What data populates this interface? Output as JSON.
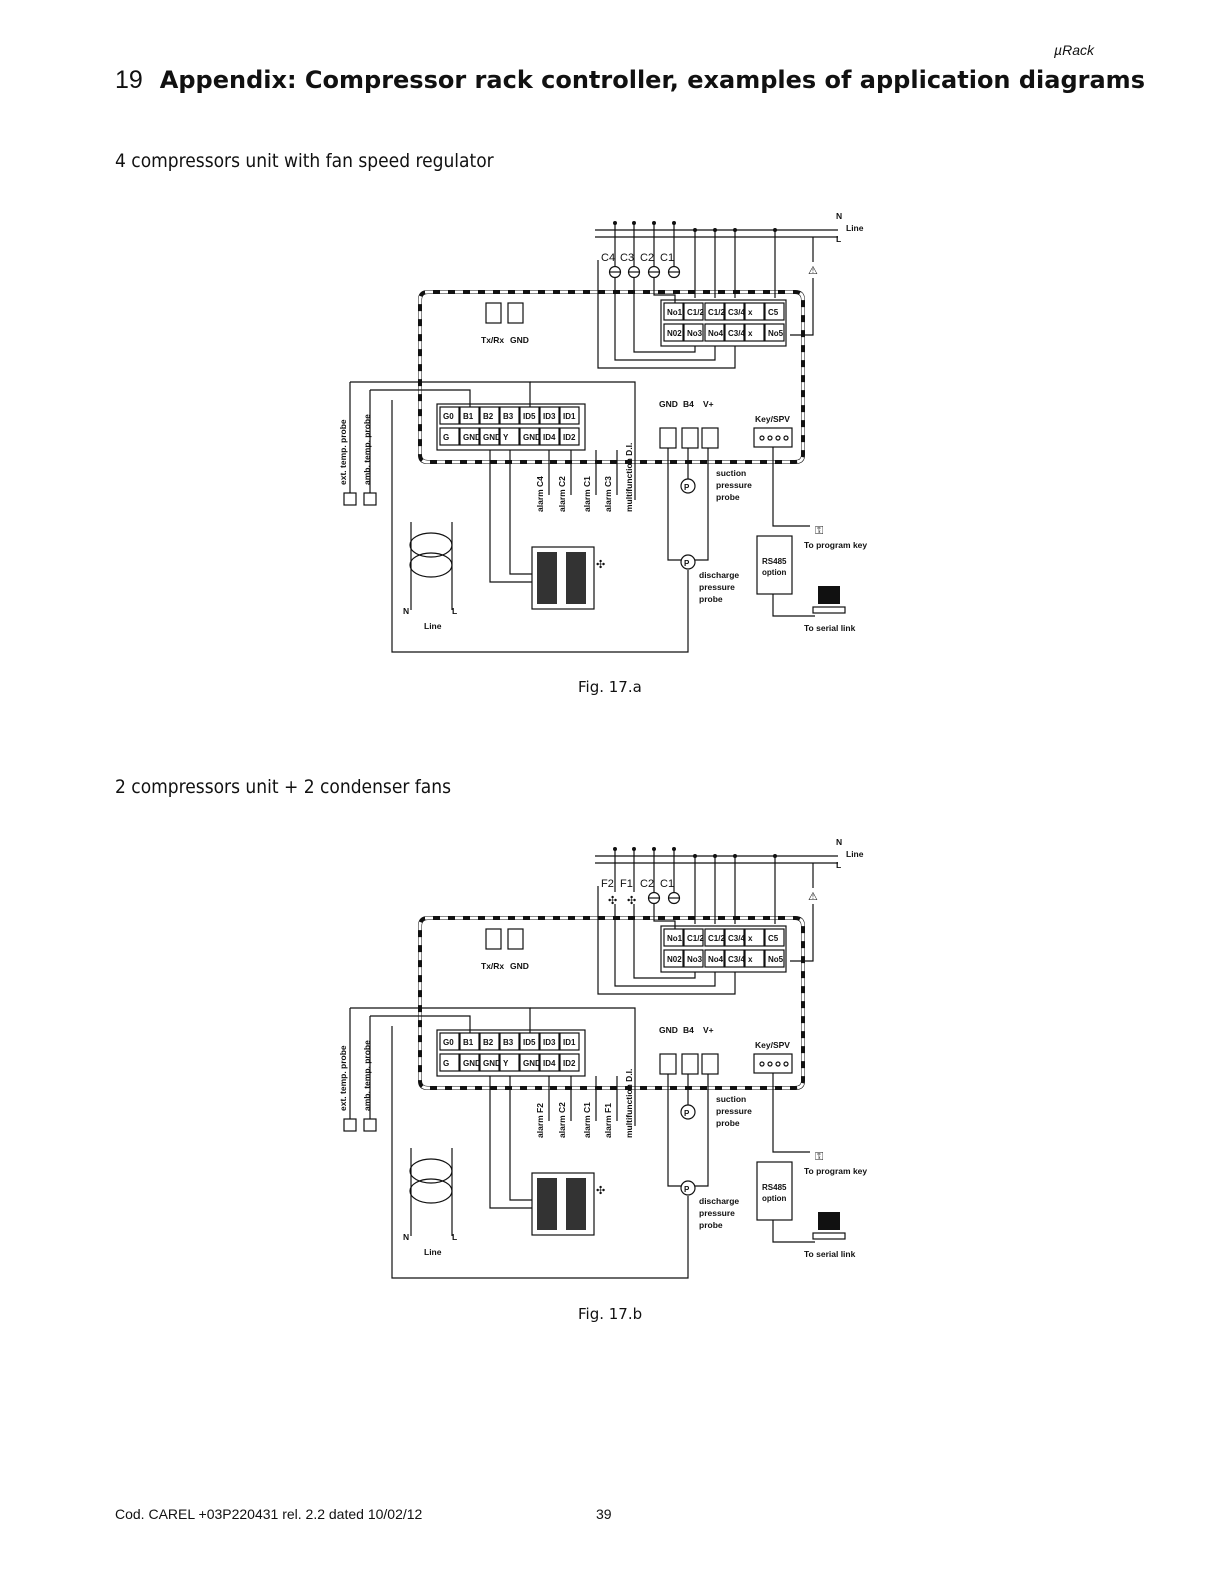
{
  "header": {
    "brand": "µRack"
  },
  "title": {
    "number": "19",
    "text": "Appendix: Compressor rack controller, examples of application diagrams"
  },
  "figures": [
    {
      "section_title": "4 compressors unit with fan speed regulator",
      "caption": "Fig. 17.a",
      "load_labels": [
        "C4",
        "C3",
        "C2",
        "C1"
      ],
      "load_types": [
        "compressor",
        "compressor",
        "compressor",
        "compressor"
      ],
      "alarm_labels": [
        "alarm C4",
        "alarm C2",
        "alarm C1",
        "alarm C3"
      ]
    },
    {
      "section_title": "2 compressors unit + 2 condenser fans",
      "caption": "Fig. 17.b",
      "load_labels": [
        "F2",
        "F1",
        "C2",
        "C1"
      ],
      "load_types": [
        "fan",
        "fan",
        "compressor",
        "compressor"
      ],
      "alarm_labels": [
        "alarm F2",
        "alarm C2",
        "alarm C1",
        "alarm F1"
      ]
    }
  ],
  "diagram_labels": {
    "n": "N",
    "l": "L",
    "line": "Line",
    "relay_top": [
      "No1",
      "C1/2",
      "C1/2",
      "C3/4",
      "x",
      "C5"
    ],
    "relay_bottom": [
      "N02",
      "No3",
      "No4",
      "C3/4",
      "x",
      "No5"
    ],
    "input_top": [
      "G0",
      "B1",
      "B2",
      "B3",
      "ID5",
      "ID3",
      "ID1"
    ],
    "input_bottom": [
      "G",
      "GND",
      "GND",
      "Y",
      "GND",
      "ID4",
      "ID2"
    ],
    "txrx": "Tx/Rx",
    "gnd": "GND",
    "probe_terms": [
      "GND",
      "B4",
      "V+"
    ],
    "keyspv": "Key/SPV",
    "ext_probe": "ext. temp. probe",
    "amb_probe": "amb. temp. probe",
    "multifunction": "multifunction D.I.",
    "suction": [
      "suction",
      "pressure",
      "probe"
    ],
    "discharge": [
      "discharge",
      "pressure",
      "probe"
    ],
    "p": "P",
    "rs485": [
      "RS485",
      "option"
    ],
    "to_key": "To program key",
    "to_serial": "To serial link"
  },
  "footer": {
    "code": "Cod. CAREL +03P220431 rel. 2.2 dated  10/02/12",
    "page": "39"
  }
}
